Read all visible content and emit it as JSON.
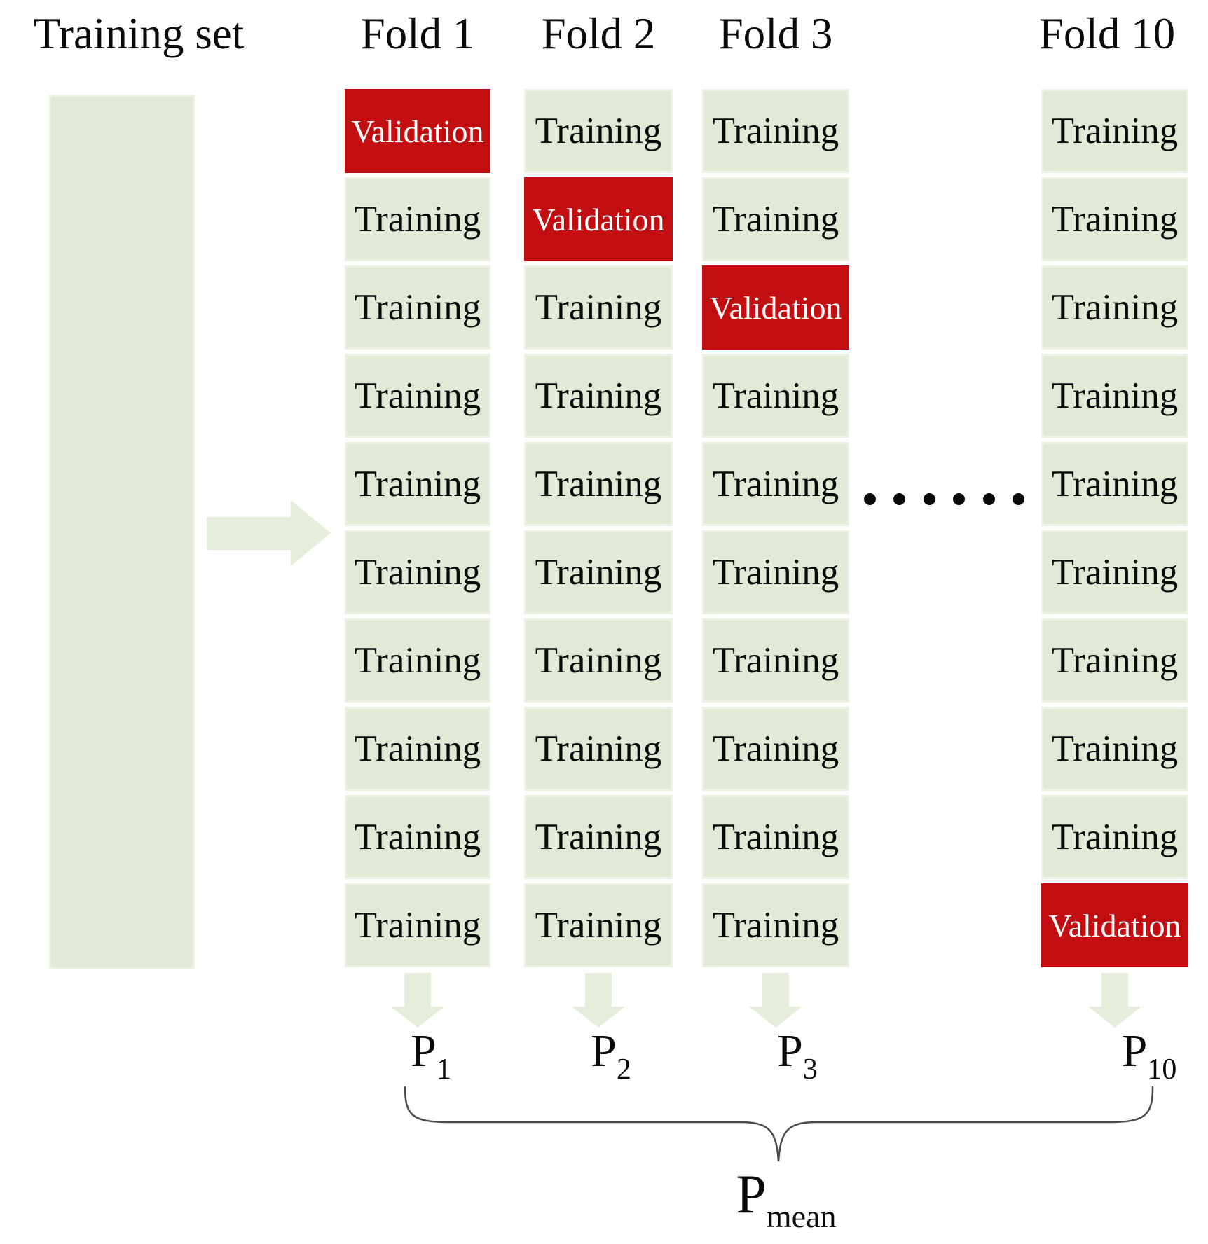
{
  "diagram": {
    "training_set_label": "Training set",
    "cell_labels": {
      "training": "Training",
      "validation": "Validation"
    },
    "rows_per_fold": 10,
    "folds": [
      {
        "header": "Fold 1",
        "validation_row": 1,
        "cells": [
          "Validation",
          "Training",
          "Training",
          "Training",
          "Training",
          "Training",
          "Training",
          "Training",
          "Training",
          "Training"
        ],
        "result_base": "P",
        "result_sub": "1"
      },
      {
        "header": "Fold 2",
        "validation_row": 2,
        "cells": [
          "Training",
          "Validation",
          "Training",
          "Training",
          "Training",
          "Training",
          "Training",
          "Training",
          "Training",
          "Training"
        ],
        "result_base": "P",
        "result_sub": "2"
      },
      {
        "header": "Fold 3",
        "validation_row": 3,
        "cells": [
          "Training",
          "Training",
          "Validation",
          "Training",
          "Training",
          "Training",
          "Training",
          "Training",
          "Training",
          "Training"
        ],
        "result_base": "P",
        "result_sub": "3"
      },
      {
        "header": "Fold 10",
        "validation_row": 10,
        "cells": [
          "Training",
          "Training",
          "Training",
          "Training",
          "Training",
          "Training",
          "Training",
          "Training",
          "Training",
          "Validation"
        ],
        "result_base": "P",
        "result_sub": "10"
      }
    ],
    "ellipsis_dot_count": 6,
    "mean_label": {
      "base": "P",
      "sub": "mean"
    },
    "colors": {
      "cell_green": "#e0ead6",
      "cell_green_border": "#ecf3e4",
      "validation_red": "#c30e11",
      "validation_text": "#ffffff",
      "arrow_green": "#e4eeda",
      "text": "#0a0a0a",
      "brace": "#4a4a4a"
    }
  }
}
